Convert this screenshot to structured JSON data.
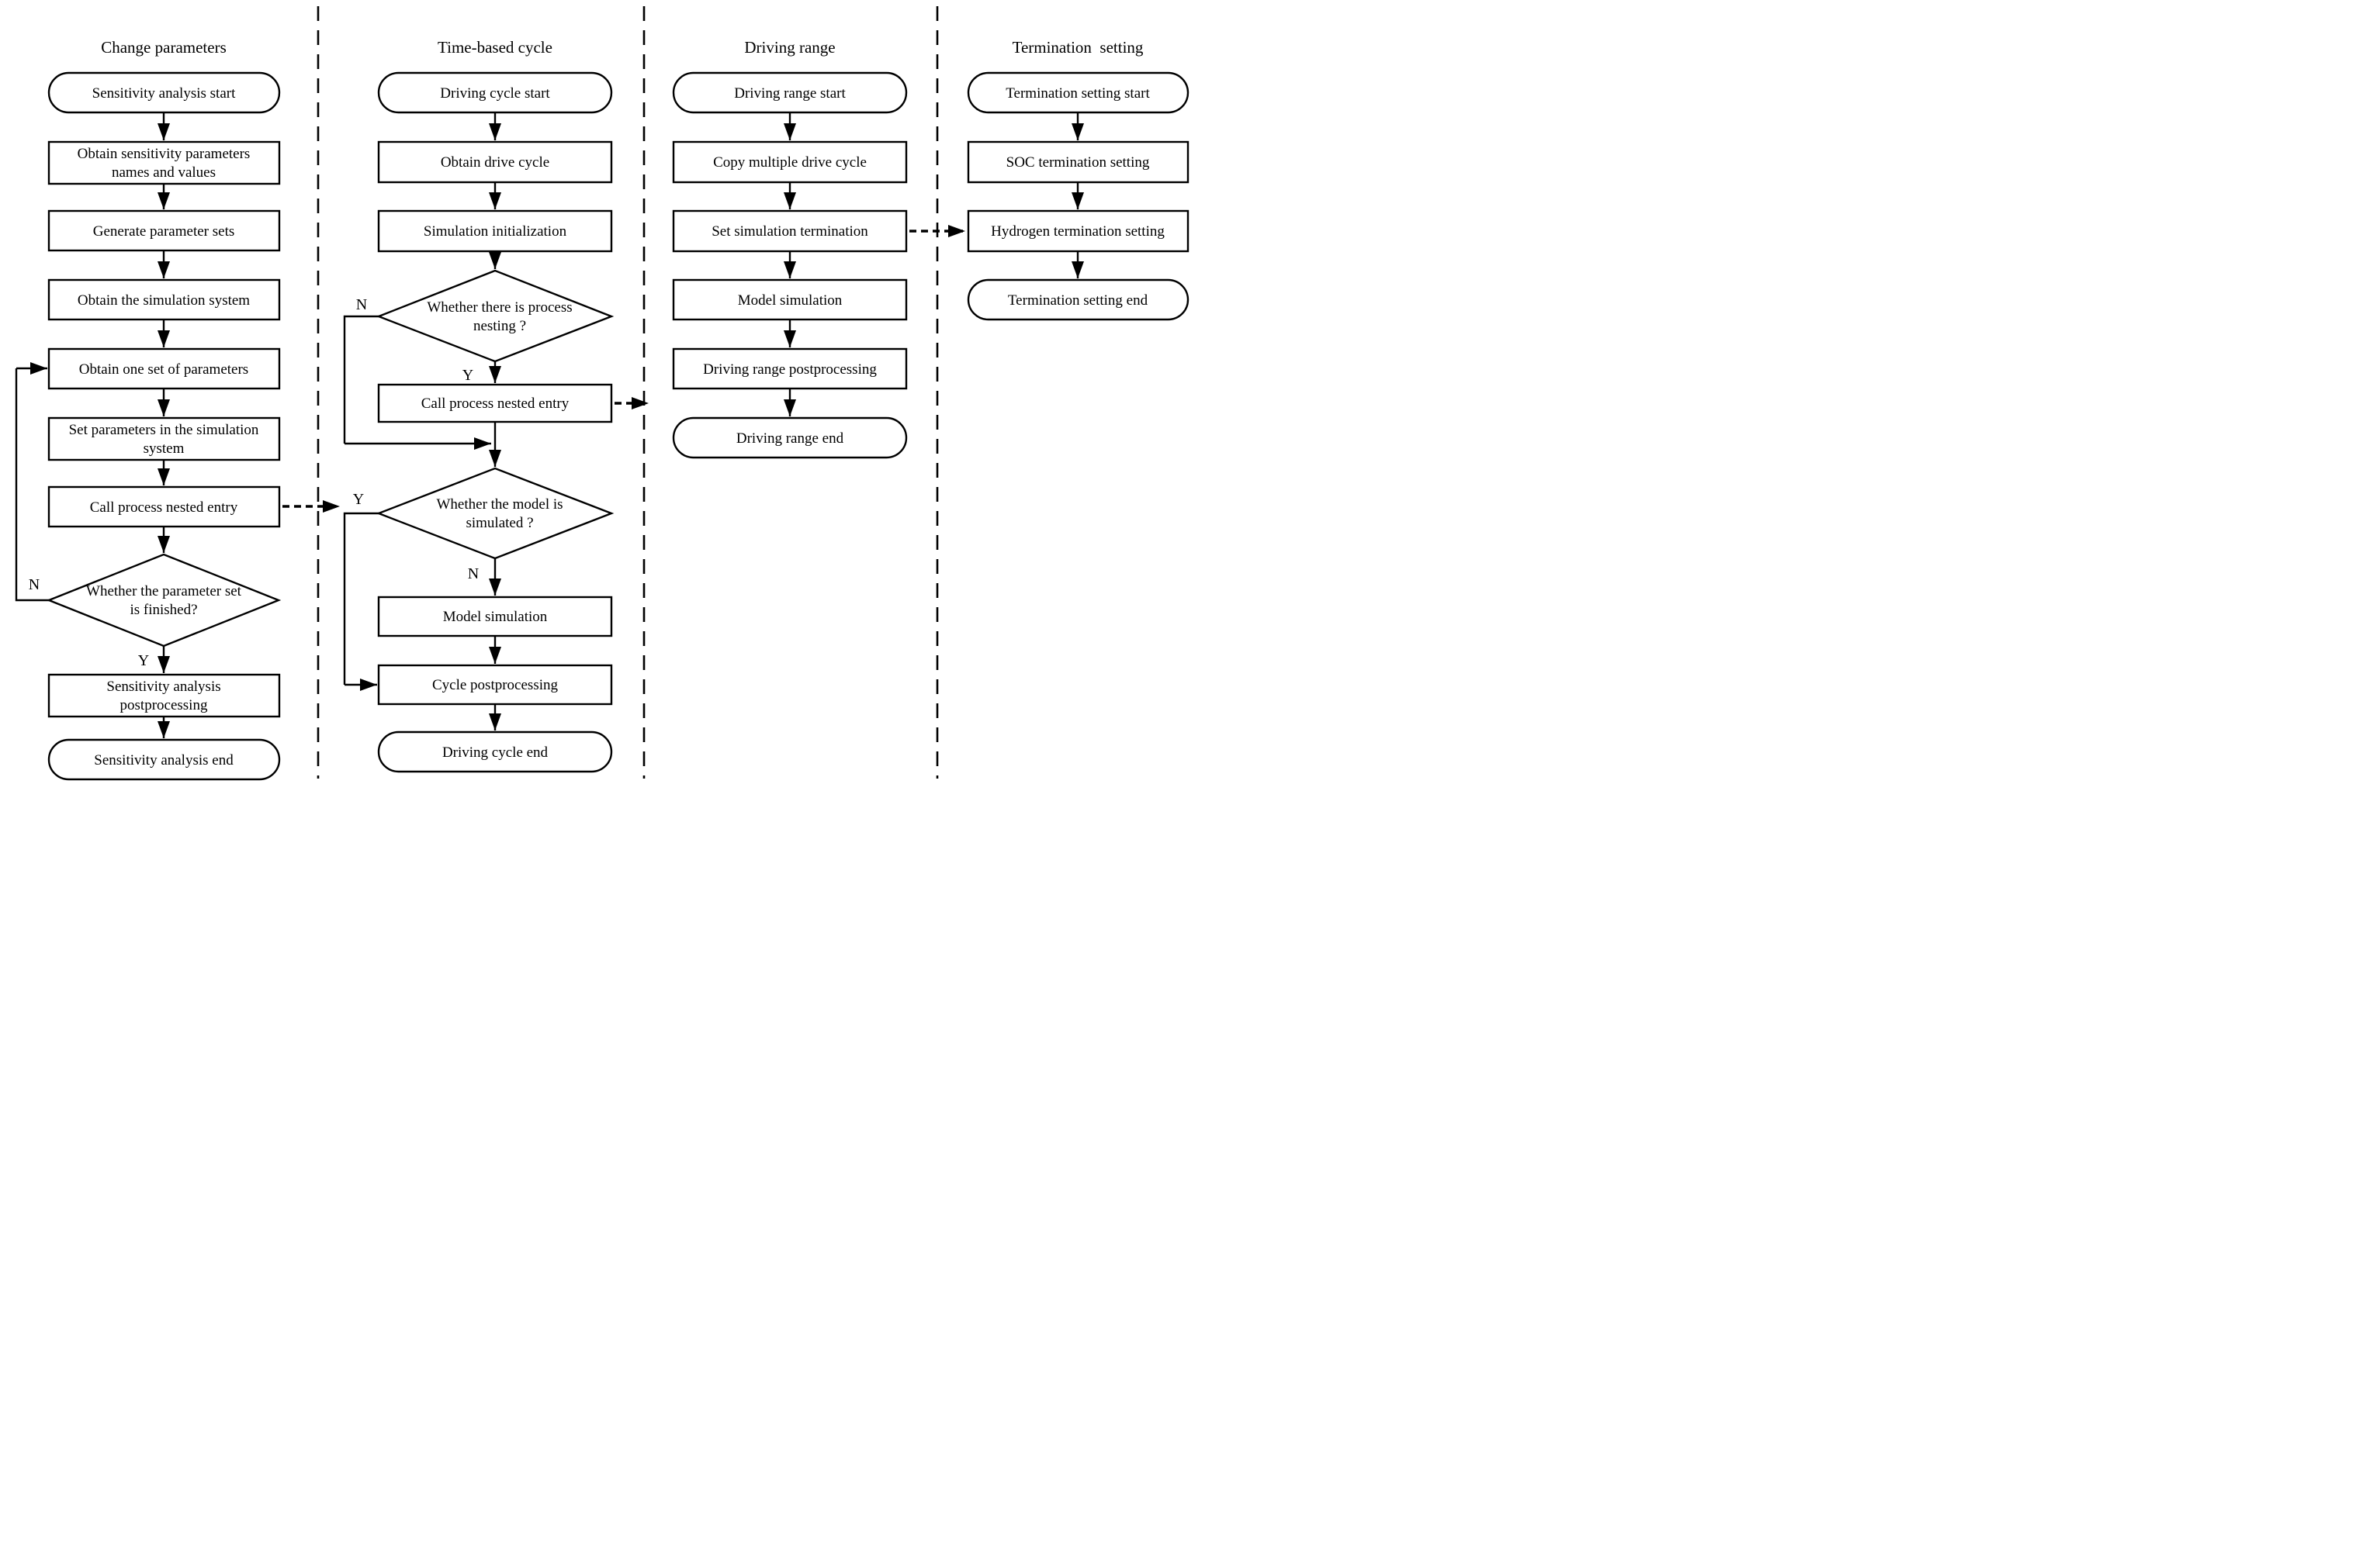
{
  "diagram": {
    "ink_color": "#000000",
    "paper_color": "#ffffff",
    "columns": [
      {
        "title": "Change parameters",
        "labels": {
          "start": "Sensitivity analysis start",
          "obtain_sens_1": "Obtain sensitivity parameters",
          "obtain_sens_2": "names and values",
          "generate": "Generate parameter sets",
          "obtain_system": "Obtain the simulation system",
          "obtain_one": "Obtain one set of parameters",
          "set_params_1": "Set parameters in the simulation",
          "set_params_2": "system",
          "call_nested": "Call process nested entry",
          "decision_1": "Whether the parameter set",
          "decision_2": "is finished?",
          "post_1": "Sensitivity analysis",
          "post_2": "postprocessing",
          "end": "Sensitivity analysis end",
          "no": "N",
          "yes": "Y"
        }
      },
      {
        "title": "Time-based cycle",
        "labels": {
          "start": "Driving cycle start",
          "obtain_cycle": "Obtain drive cycle",
          "sim_init": "Simulation initialization",
          "dec_nesting_1": "Whether there is process",
          "dec_nesting_2": "nesting ?",
          "call_nested": "Call process nested entry",
          "dec_simulated_1": "Whether the model is",
          "dec_simulated_2": "simulated ?",
          "model_sim": "Model simulation",
          "cycle_post": "Cycle postprocessing",
          "end": "Driving cycle end",
          "nesting_no": "N",
          "nesting_yes": "Y",
          "simulated_no": "N",
          "simulated_yes": "Y"
        }
      },
      {
        "title": "Driving range",
        "labels": {
          "start": "Driving range start",
          "copy": "Copy multiple drive cycle",
          "set_term": "Set simulation termination",
          "model_sim": "Model simulation",
          "post": "Driving range postprocessing",
          "end": "Driving range end"
        }
      },
      {
        "title": "Termination  setting",
        "labels": {
          "start": "Termination setting start",
          "soc": "SOC termination setting",
          "hydrogen": "Hydrogen termination setting",
          "end": "Termination setting end"
        }
      }
    ]
  }
}
